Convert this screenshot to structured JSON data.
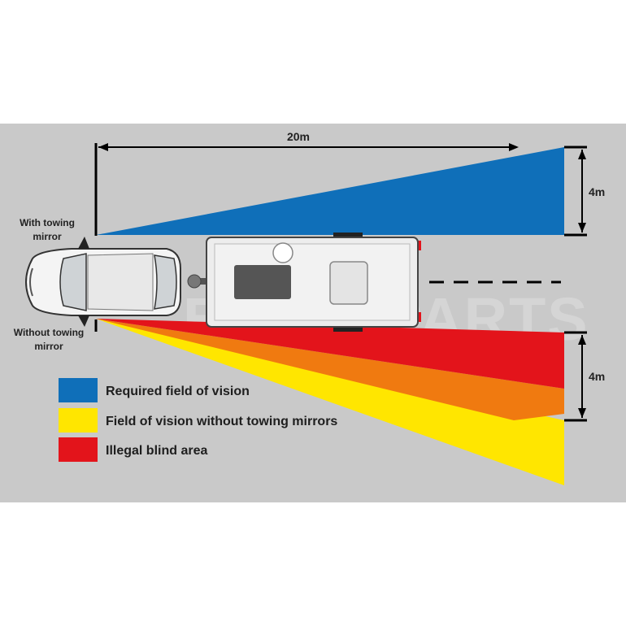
{
  "dimensions": {
    "length": "20m",
    "width_top": "4m",
    "width_bottom": "4m"
  },
  "mirror_labels": {
    "with_line1": "With towing",
    "with_line2": "mirror",
    "without_line1": "Without towing",
    "without_line2": "mirror"
  },
  "legend": [
    {
      "label": "Required field of vision",
      "color": "#0f6fb9"
    },
    {
      "label": "Field of vision without towing mirrors",
      "color": "#ffe600"
    },
    {
      "label": "Illegal blind area",
      "color": "#e3141b"
    }
  ],
  "colors": {
    "blue": "#0f6fb9",
    "red": "#e3141b",
    "orange": "#f07a10",
    "yellow": "#ffe600",
    "background": "#c9c9c9"
  },
  "watermark": "BISONPARTS"
}
